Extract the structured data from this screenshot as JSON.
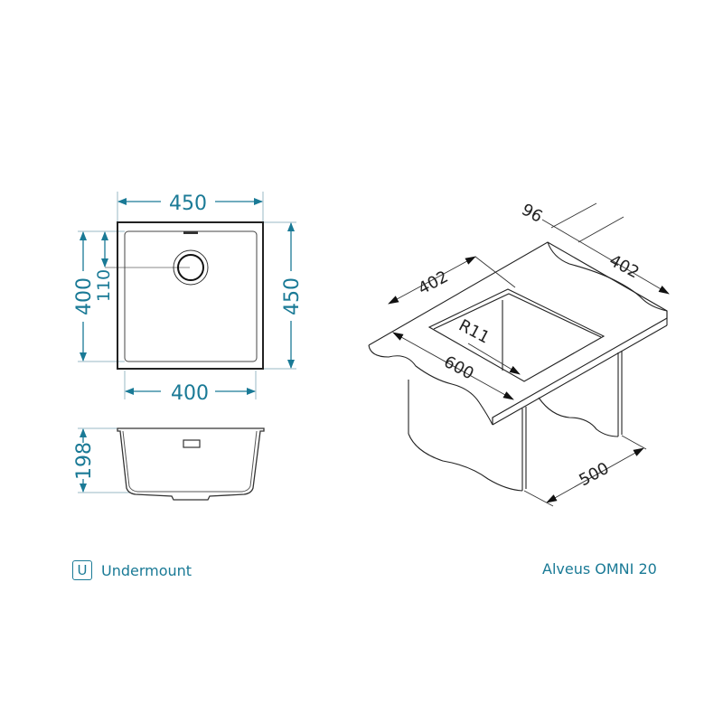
{
  "colors": {
    "accent": "#1a7a96",
    "line": "#222222",
    "dim_line": "#9ab8c4"
  },
  "top_view": {
    "outer_width": "450",
    "outer_height": "450",
    "inner_width": "400",
    "inner_height": "400",
    "drain_offset": "110"
  },
  "side_view": {
    "depth": "198"
  },
  "iso_view": {
    "flange": "96",
    "width_left": "402",
    "width_right": "402",
    "radius": "R11",
    "cabinet_width": "600",
    "cabinet_depth": "500"
  },
  "footer": {
    "mount_badge": "U",
    "mount_type": "Undermount",
    "product_name": "Alveus OMNI 20"
  }
}
